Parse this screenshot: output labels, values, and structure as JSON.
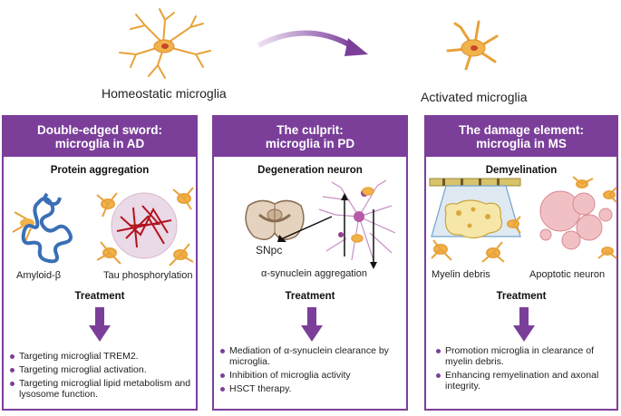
{
  "top": {
    "homeostatic_label": "Homeostatic microglia",
    "activated_label": "Activated microglia"
  },
  "colors": {
    "accent": "#7b3f9a",
    "microglia": "#f2b24a",
    "tangle": "#b3121d",
    "amyloid": "#3a6fb5"
  },
  "panels": [
    {
      "title_line1": "Double-edged sword:",
      "title_line2": "microglia in AD",
      "section": "Protein aggregation",
      "caption_left": "Amyloid-β",
      "caption_right": "Tau phosphorylation",
      "treatment": "Treatment",
      "items": [
        "Targeting microglial TREM2.",
        "Targeting microglial activation.",
        "Targeting microglial lipid metabolism and lysosome function."
      ]
    },
    {
      "title_line1": "The culprit:",
      "title_line2": "microglia in PD",
      "section": "Degeneration neuron",
      "caption_left": "SNpc",
      "caption_right": "α-synuclein aggregation",
      "treatment": "Treatment",
      "items": [
        "Mediation of α-synuclein clearance by microglia.",
        "Inhibition of microglia activity",
        "HSCT therapy."
      ]
    },
    {
      "title_line1": "The damage element:",
      "title_line2": "microglia in MS",
      "section": "Demyelination",
      "caption_left": "Myelin debris",
      "caption_right": "Apoptotic neuron",
      "treatment": "Treatment",
      "items": [
        "Promotion microglia in clearance of myelin debris.",
        "Enhancing remyelination and axonal integrity."
      ]
    }
  ]
}
